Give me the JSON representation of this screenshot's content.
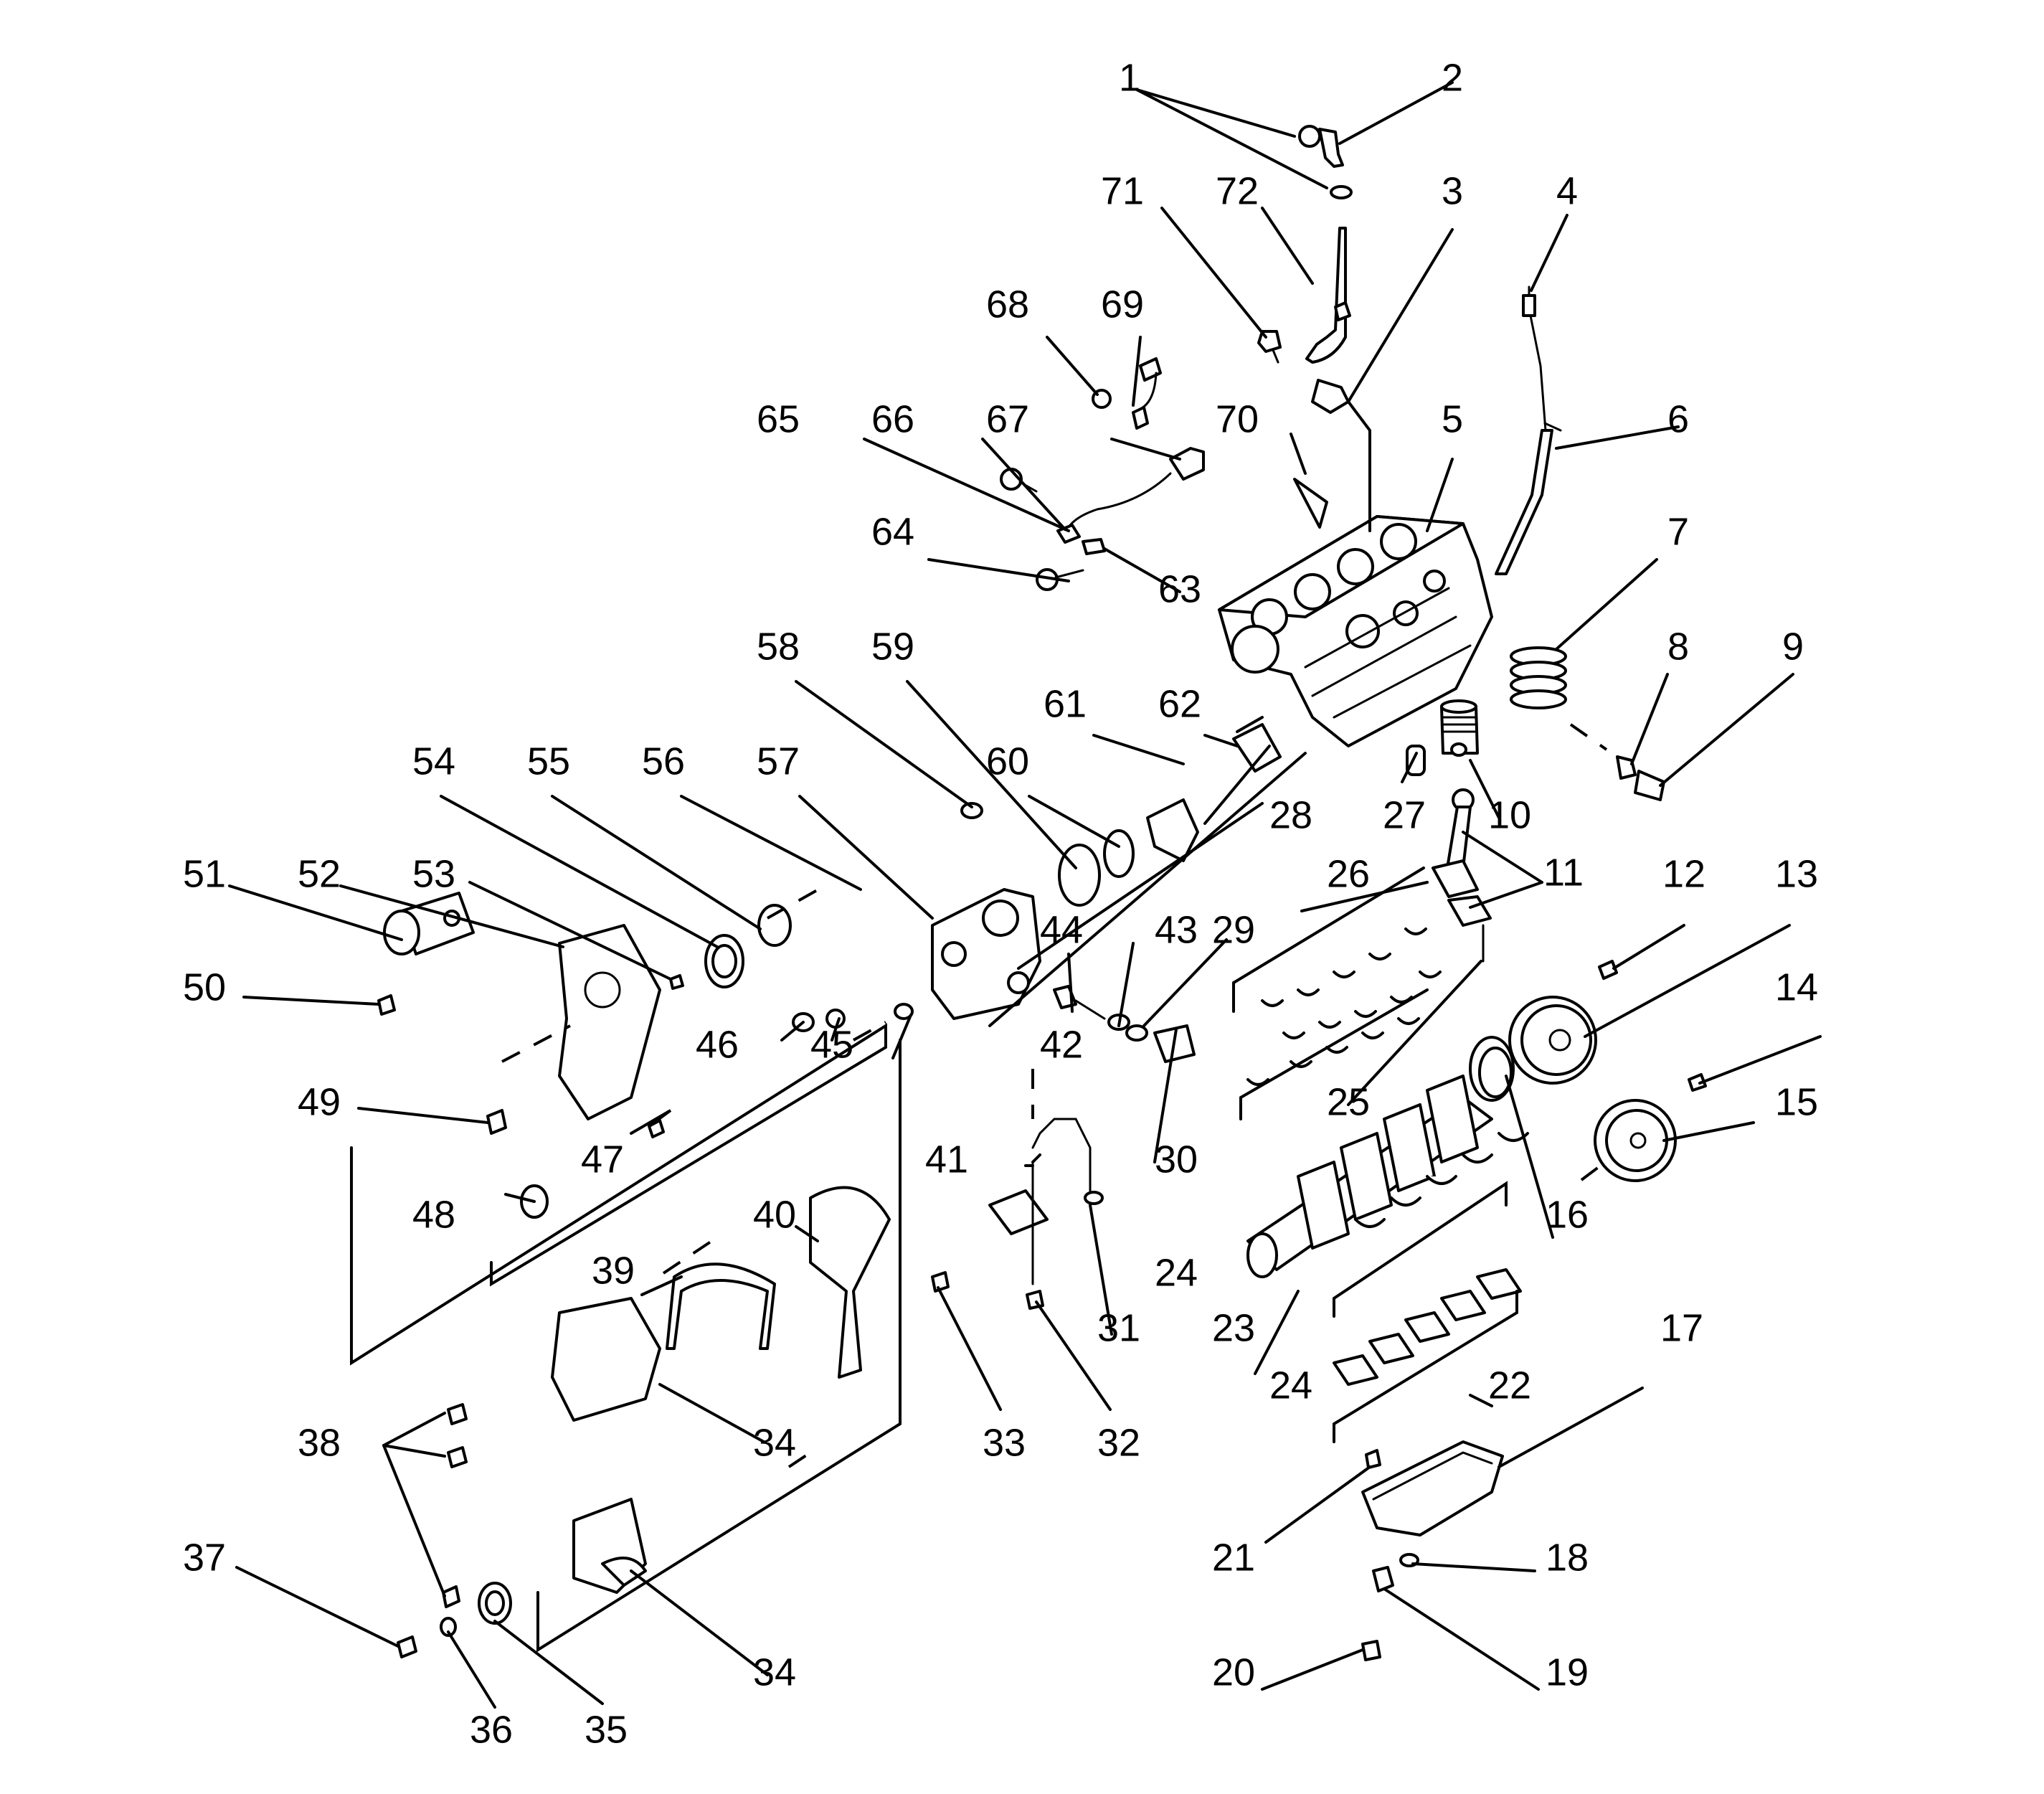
{
  "diagram": {
    "callouts": [
      "1",
      "2",
      "3",
      "4",
      "5",
      "6",
      "7",
      "8",
      "9",
      "10",
      "11",
      "12",
      "13",
      "14",
      "15",
      "16",
      "17",
      "18",
      "19",
      "20",
      "21",
      "22",
      "23",
      "24",
      "24",
      "25",
      "26",
      "27",
      "28",
      "29",
      "30",
      "31",
      "32",
      "33",
      "34",
      "34",
      "35",
      "36",
      "37",
      "38",
      "39",
      "40",
      "41",
      "42",
      "43",
      "44",
      "45",
      "46",
      "47",
      "48",
      "49",
      "50",
      "51",
      "52",
      "53",
      "54",
      "55",
      "56",
      "57",
      "58",
      "59",
      "60",
      "61",
      "62",
      "63",
      "64",
      "65",
      "66",
      "67",
      "68",
      "69",
      "70",
      "71",
      "72"
    ]
  }
}
